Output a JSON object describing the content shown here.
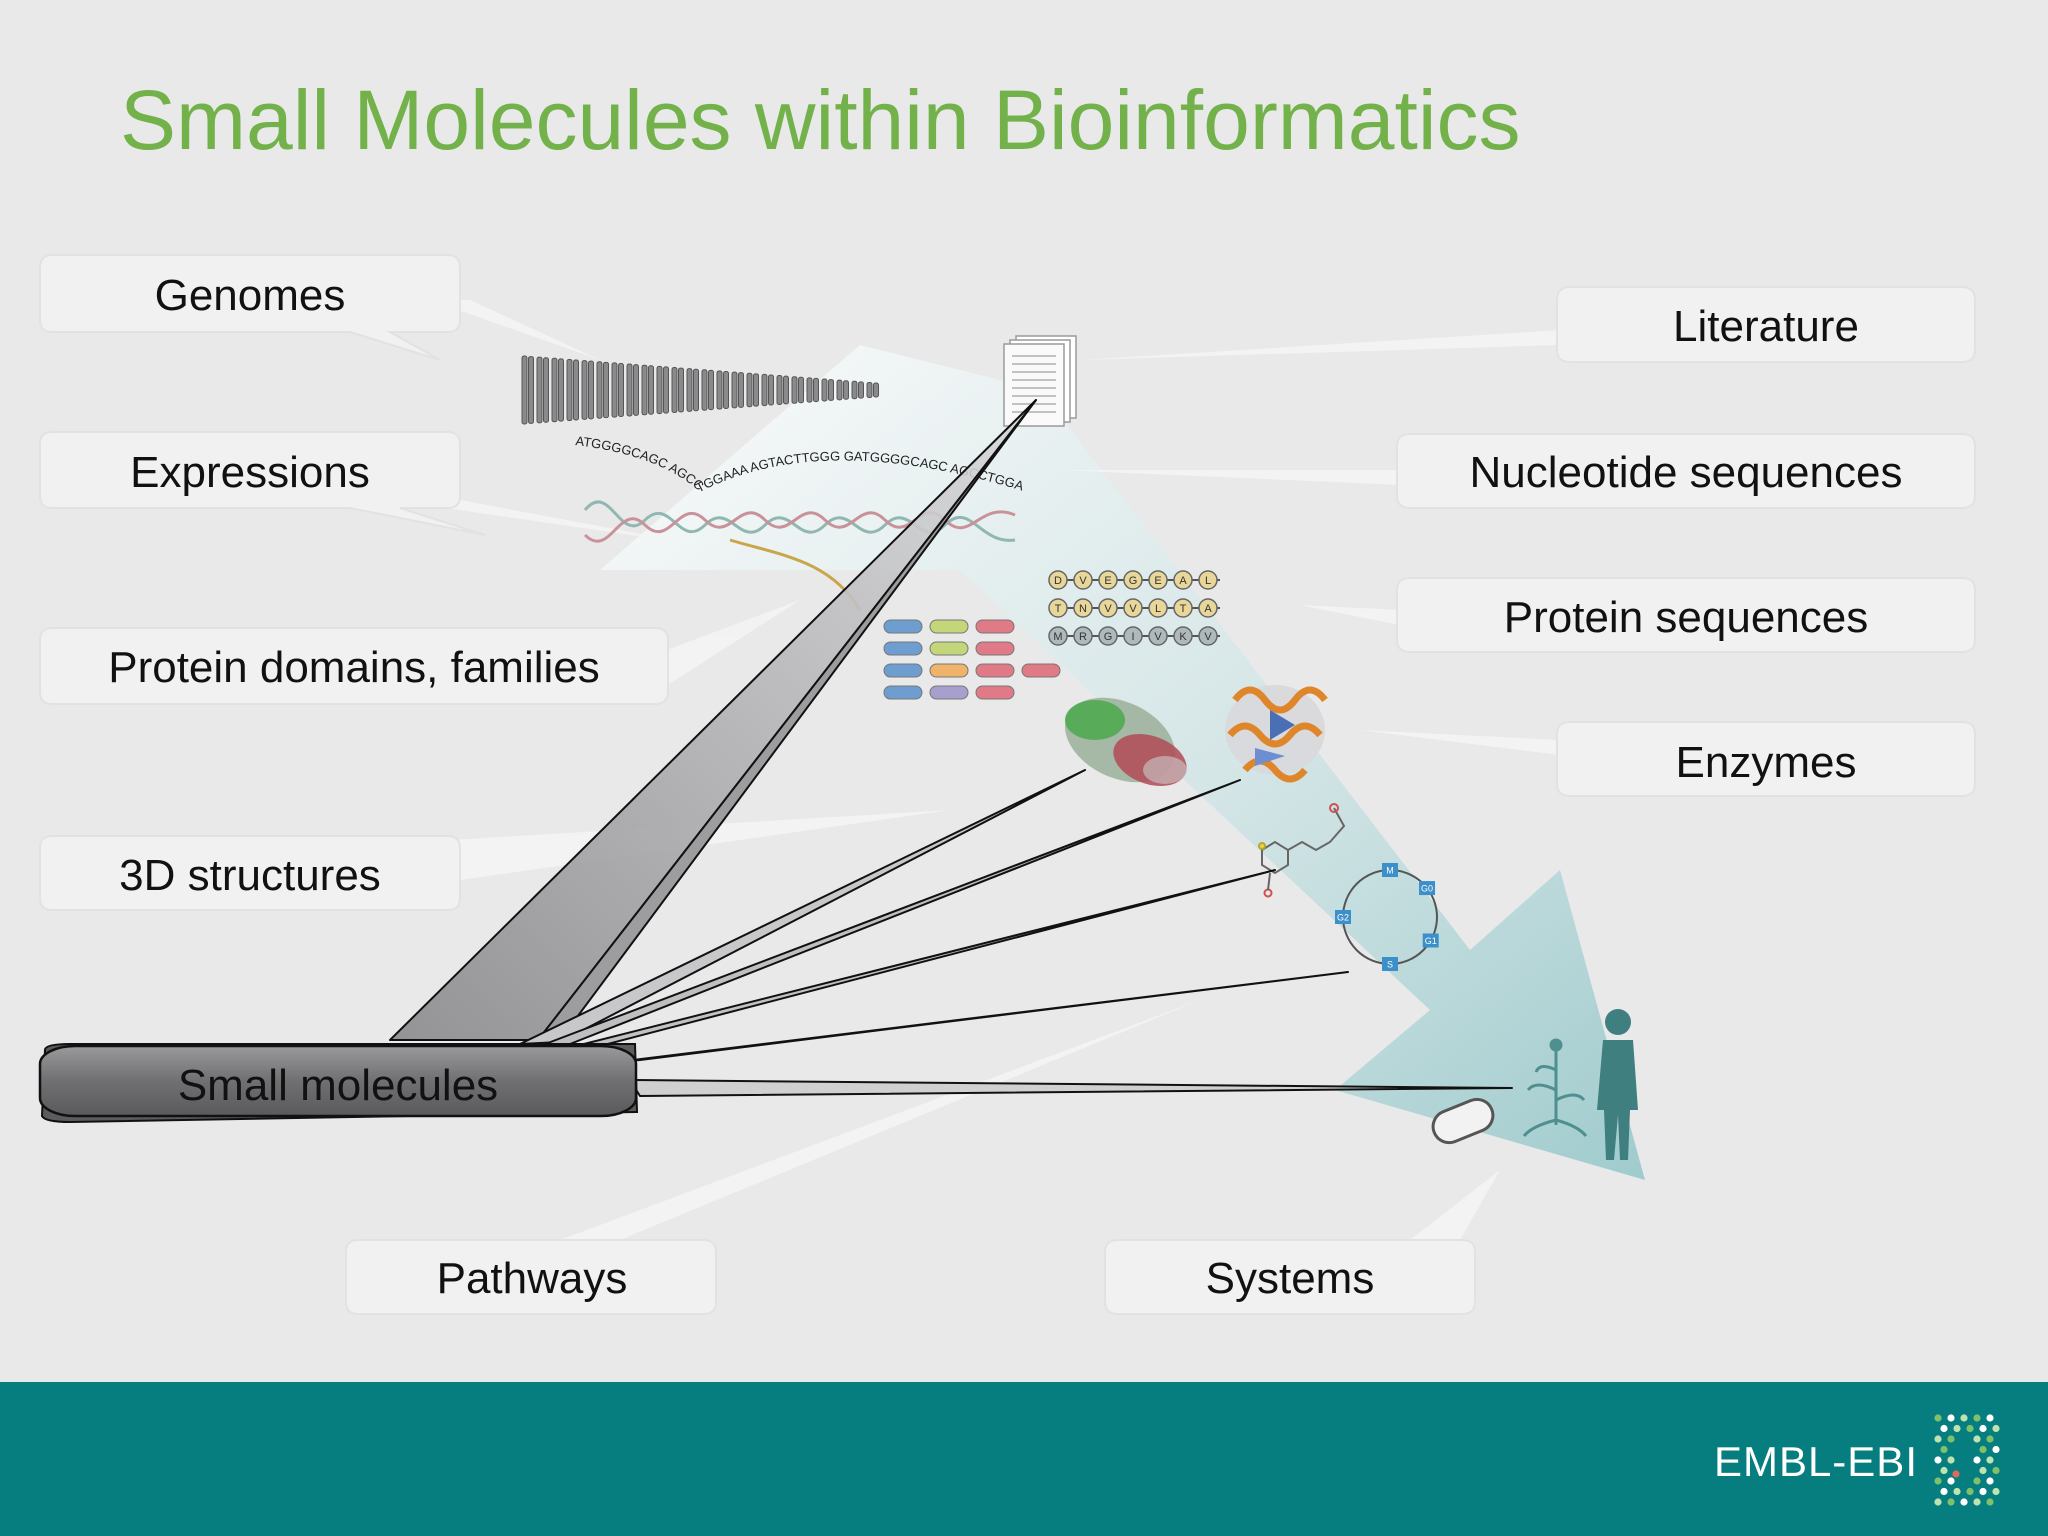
{
  "title": "Small Molecules within Bioinformatics",
  "callouts": {
    "genomes": "Genomes",
    "expressions": "Expressions",
    "protein_domains": "Protein domains, families",
    "structures_3d": "3D structures",
    "literature": "Literature",
    "nucleotide_sequences": "Nucleotide sequences",
    "protein_sequences": "Protein sequences",
    "enzymes": "Enzymes",
    "pathways": "Pathways",
    "systems": "Systems"
  },
  "hub_label": "Small molecules",
  "dna_sequence_text": "ATGGGGCAGC AGCCTGGAAA AGTACTTGGG GATGGGGCAGC AGCCTGGAAA AGTACTTGGG GA",
  "protein_residues": [
    [
      "D",
      "V",
      "E",
      "G",
      "E",
      "A",
      "L"
    ],
    [
      "T",
      "N",
      "V",
      "V",
      "L",
      "T",
      "A"
    ],
    [
      "M",
      "R",
      "G",
      "I",
      "V",
      "K",
      "V"
    ]
  ],
  "cell_cycle_phases": [
    "M",
    "G0",
    "G1",
    "S",
    "G2"
  ],
  "footer": {
    "logo_text": "EMBL-EBI"
  },
  "colors": {
    "title": "#73b24a",
    "footer": "#067d7e",
    "arrow": "#9fcfd0",
    "hub": "#6e6e70"
  }
}
